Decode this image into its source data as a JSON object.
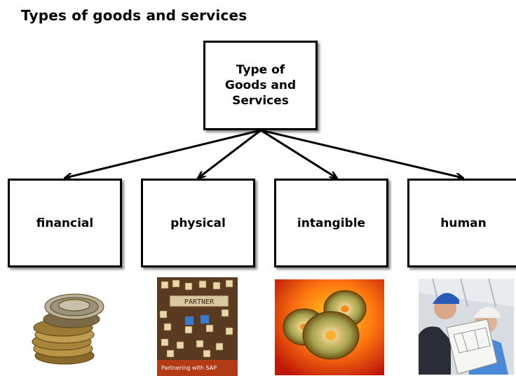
{
  "title": "Types of goods and services",
  "root": {
    "label": "Type of\nGoods and\nServices"
  },
  "categories": [
    {
      "label": "financial",
      "image": "coin-stack-icon"
    },
    {
      "label": "physical",
      "image": "scrabble-tiles-book-cover-icon",
      "image_text": {
        "tiles": "PARTNER",
        "cover": "Partnering with SAP"
      }
    },
    {
      "label": "intangible",
      "image": "compact-discs-icon"
    },
    {
      "label": "human",
      "image": "engineers-reviewing-blueprint-icon"
    }
  ]
}
